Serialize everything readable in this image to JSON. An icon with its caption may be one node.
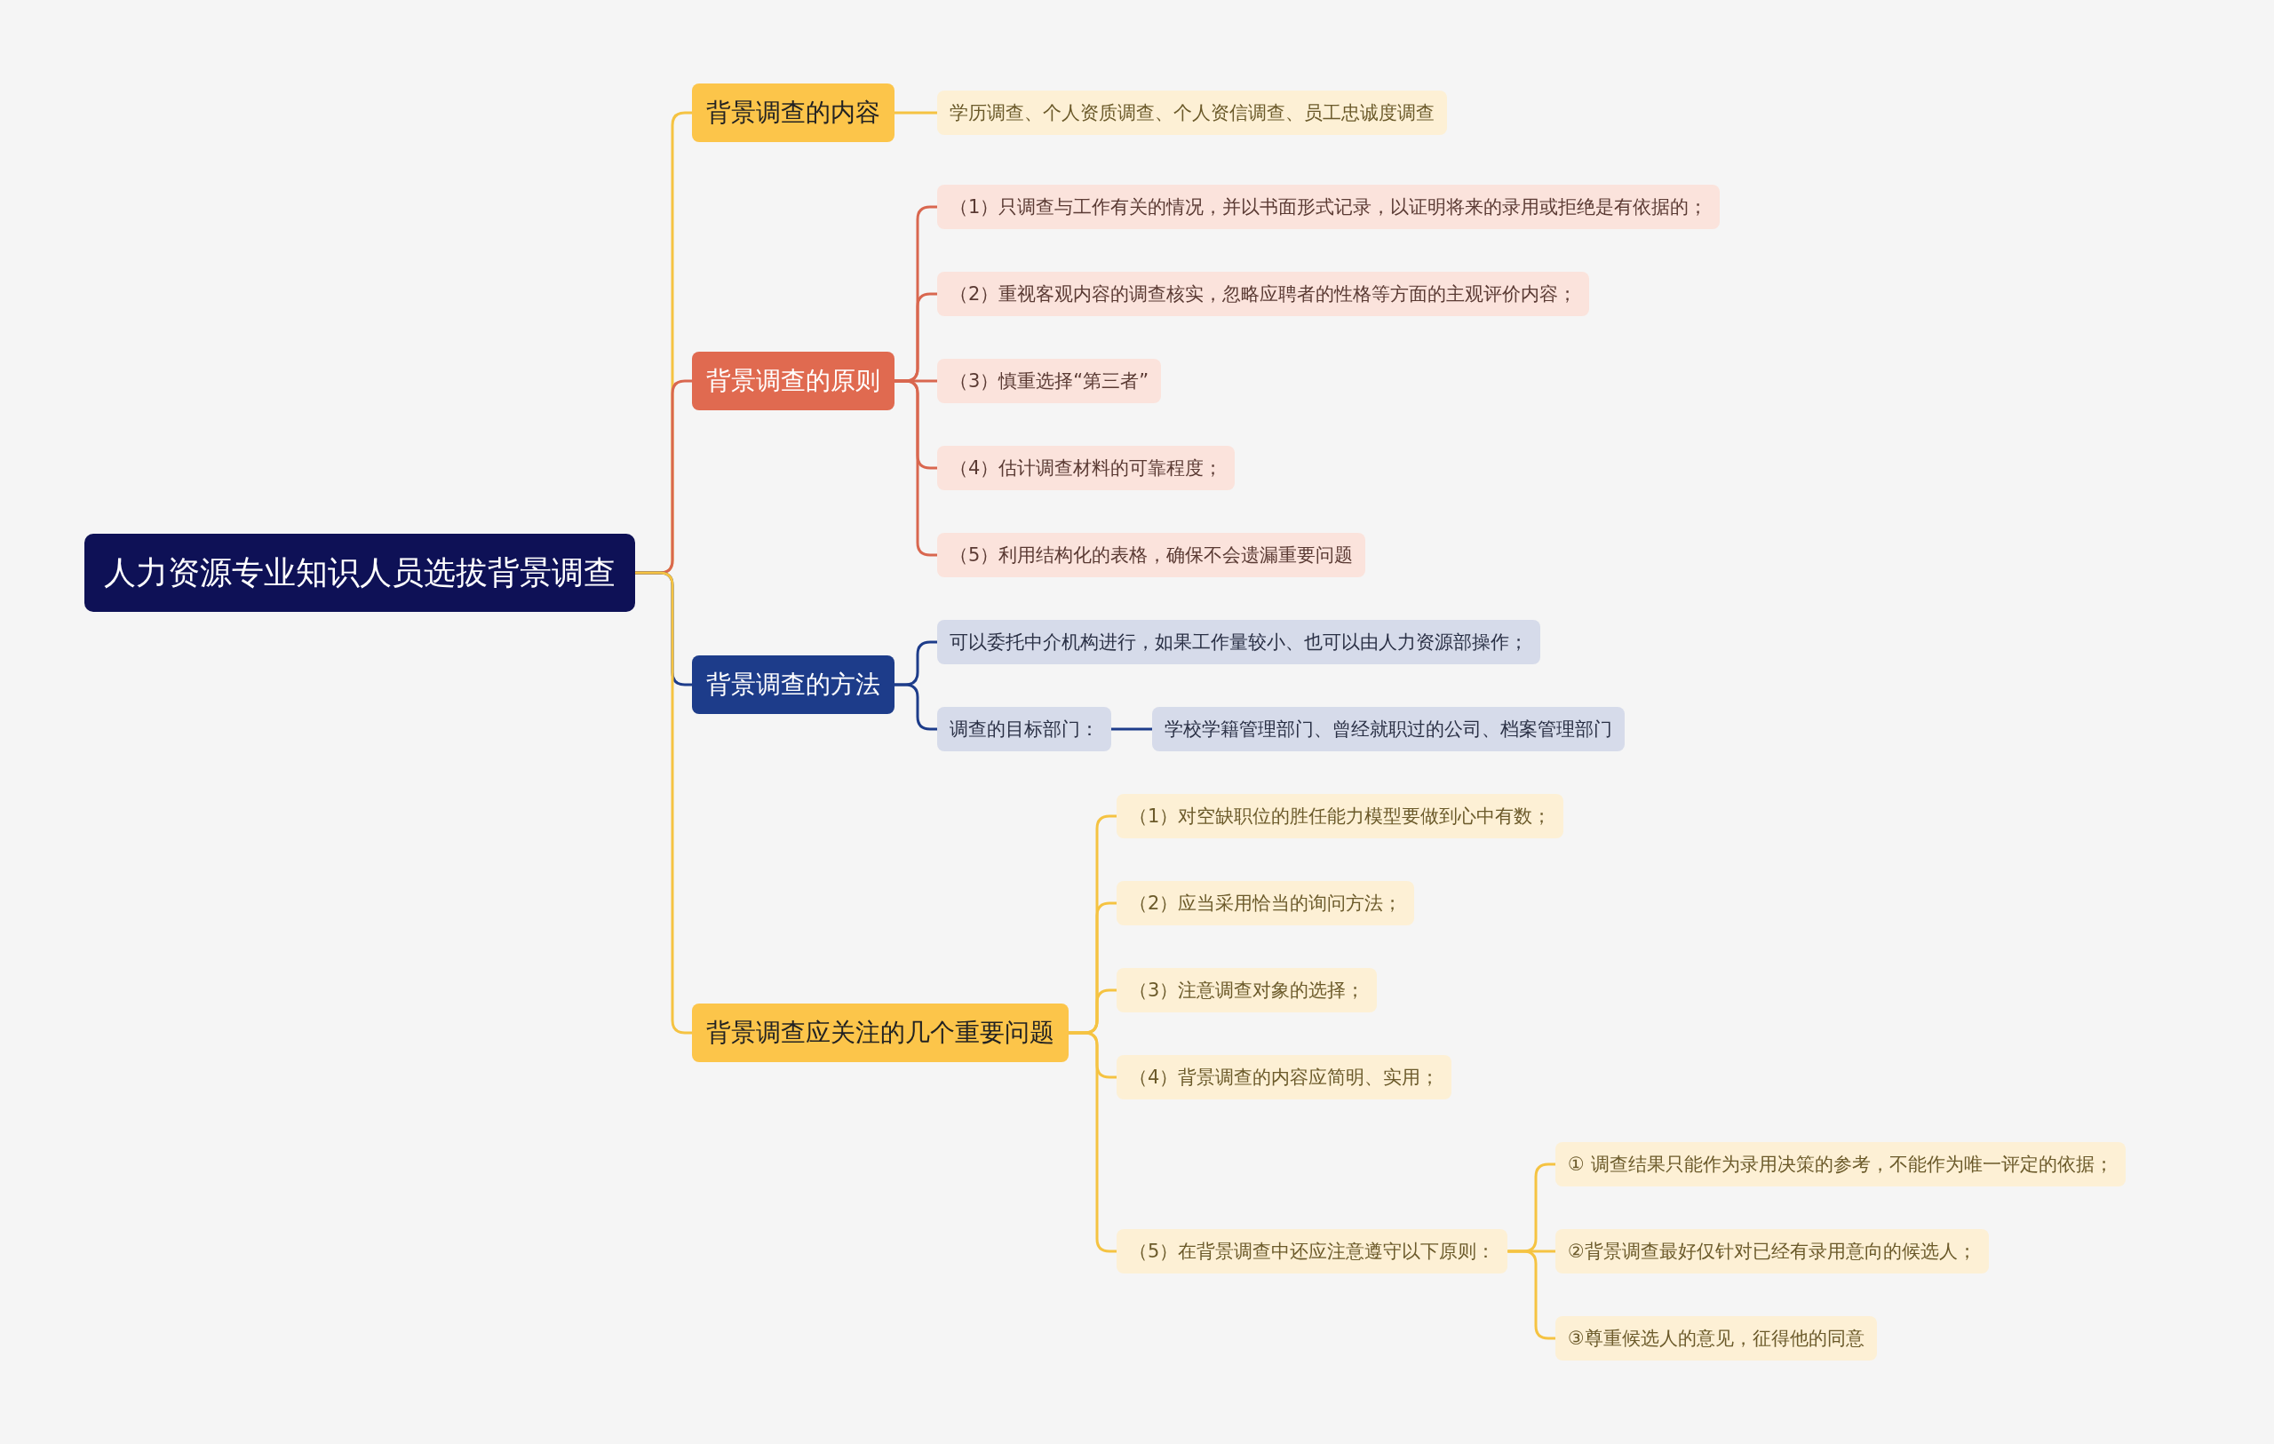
{
  "diagram": {
    "nodes": [
      {
        "text": [
          "人力资源专业知识人员选拔背景调查"
        ]
      },
      {
        "text": [
          "背景调查的内容"
        ]
      },
      {
        "text": [
          "学历调查、个人资质调查、个人资信调查、员工忠诚度调查"
        ]
      },
      {
        "text": [
          "背景调查的原则"
        ]
      },
      {
        "text": [
          "（1）只调查与工作有关的情况，并以书面形式记录，以证明将来的录用或拒绝是有依据的；"
        ]
      },
      {
        "text": [
          "（2）重视客观内容的调查核实，忽略应聘者的性格等方面的主观评价内容；"
        ]
      },
      {
        "text": [
          "（3）慎重选择“第三者”"
        ]
      },
      {
        "text": [
          "（4）估计调查材料的可靠程度；"
        ]
      },
      {
        "text": [
          "（5）利用结构化的表格，确保不会遗漏重要问题"
        ]
      },
      {
        "text": [
          "背景调查的方法"
        ]
      },
      {
        "text": [
          "可以委托中介机构进行，如果工作量较小、也可以由人力资源部操作；"
        ]
      },
      {
        "text": [
          "调查的目标部门："
        ]
      },
      {
        "text": [
          "学校学籍管理部门、曾经就职过的公司、档案管理部门"
        ]
      },
      {
        "text": [
          "背景调查应关注的几个重要问题"
        ]
      },
      {
        "text": [
          "（1）对空缺职位的胜任能力模型要做到心中有数；"
        ]
      },
      {
        "text": [
          "（2）应当采用恰当的询问方法；"
        ]
      },
      {
        "text": [
          "（3）注意调查对象的选择；"
        ]
      },
      {
        "text": [
          "（4）背景调查的内容应简明、实用；"
        ]
      },
      {
        "text": [
          "（5）在背景调查中还应注意遵守以下原则："
        ]
      },
      {
        "text": [
          "① 调查结果只能作为录用决策的参考，不能作为唯一评定的依据；"
        ]
      },
      {
        "text": [
          "②背景调查最好仅针对已经有录用意向的候选人；"
        ]
      },
      {
        "text": [
          "③尊重候选人的意见，征得他的同意"
        ]
      }
    ],
    "edges": [
      {
        "from": 0,
        "to": 1,
        "arrow": "none"
      },
      {
        "from": 1,
        "to": 2,
        "arrow": "none"
      },
      {
        "from": 0,
        "to": 3,
        "arrow": "none",
        "color": "#d9674f"
      },
      {
        "from": 3,
        "to": 4,
        "arrow": "none",
        "color": "#d9674f"
      },
      {
        "from": 3,
        "to": 5,
        "arrow": "none",
        "color": "#d9674f"
      },
      {
        "from": 3,
        "to": 6,
        "arrow": "none",
        "color": "#d9674f"
      },
      {
        "from": 3,
        "to": 7,
        "arrow": "none",
        "color": "#d9674f"
      },
      {
        "from": 3,
        "to": 8,
        "arrow": "none",
        "color": "#d9674f"
      },
      {
        "from": 0,
        "to": 9,
        "arrow": "none",
        "color": "#1d3c8a"
      },
      {
        "from": 9,
        "to": 10,
        "arrow": "none",
        "color": "#1d3c8a"
      },
      {
        "from": 9,
        "to": 11,
        "arrow": "none",
        "color": "#1d3c8a"
      },
      {
        "from": 11,
        "to": 12,
        "arrow": "none",
        "color": "#1d3c8a"
      },
      {
        "from": 0,
        "to": 13,
        "arrow": "none"
      },
      {
        "from": 13,
        "to": 14,
        "arrow": "none"
      },
      {
        "from": 13,
        "to": 15,
        "arrow": "none"
      },
      {
        "from": 13,
        "to": 16,
        "arrow": "none"
      },
      {
        "from": 13,
        "to": 17,
        "arrow": "none"
      },
      {
        "from": 13,
        "to": 18,
        "arrow": "none"
      },
      {
        "from": 18,
        "to": 19,
        "arrow": "none"
      },
      {
        "from": 18,
        "to": 20,
        "arrow": "none"
      },
      {
        "from": 18,
        "to": 21,
        "arrow": "none"
      }
    ]
  }
}
